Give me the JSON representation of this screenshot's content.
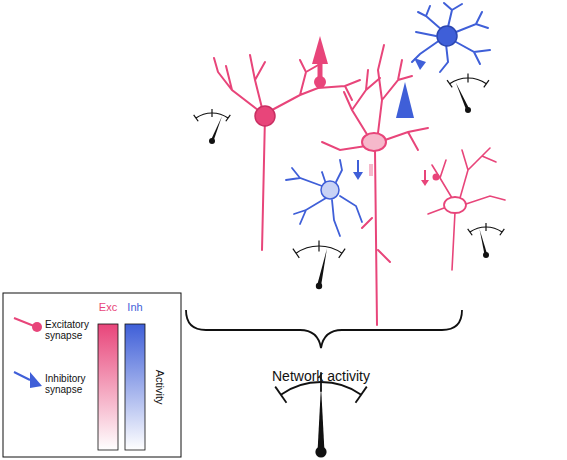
{
  "diagram": {
    "labels": [
      "Exc",
      "Inh",
      "Activity",
      "Network activity"
    ],
    "legend": [
      {
        "text": "Excitatory synapse"
      },
      {
        "text": "Inhibitory synapse"
      }
    ]
  }
}
